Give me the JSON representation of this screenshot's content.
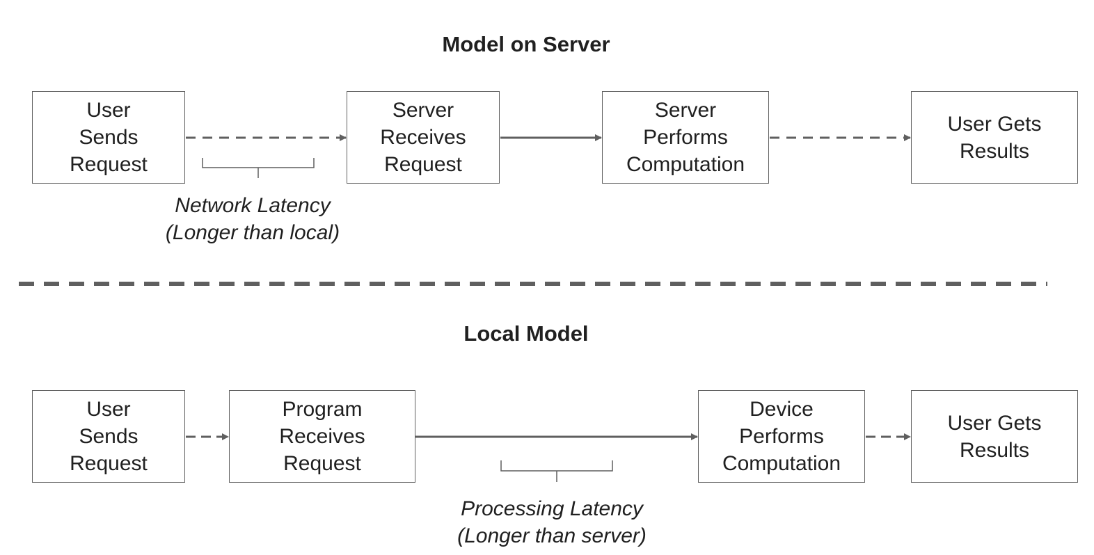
{
  "server_section": {
    "title": "Model on Server",
    "steps": [
      "User\nSends\nRequest",
      "Server\nReceives\nRequest",
      "Server\nPerforms\nComputation",
      "User Gets\nResults"
    ],
    "annotation": "Network Latency\n(Longer than local)"
  },
  "local_section": {
    "title": "Local Model",
    "steps": [
      "User\nSends\nRequest",
      "Program\nReceives\nRequest",
      "Device\nPerforms\nComputation",
      "User Gets\nResults"
    ],
    "annotation": "Processing Latency\n(Longer than server)"
  },
  "colors": {
    "line": "#5f5f5f",
    "text": "#202020",
    "background": "#ffffff"
  }
}
